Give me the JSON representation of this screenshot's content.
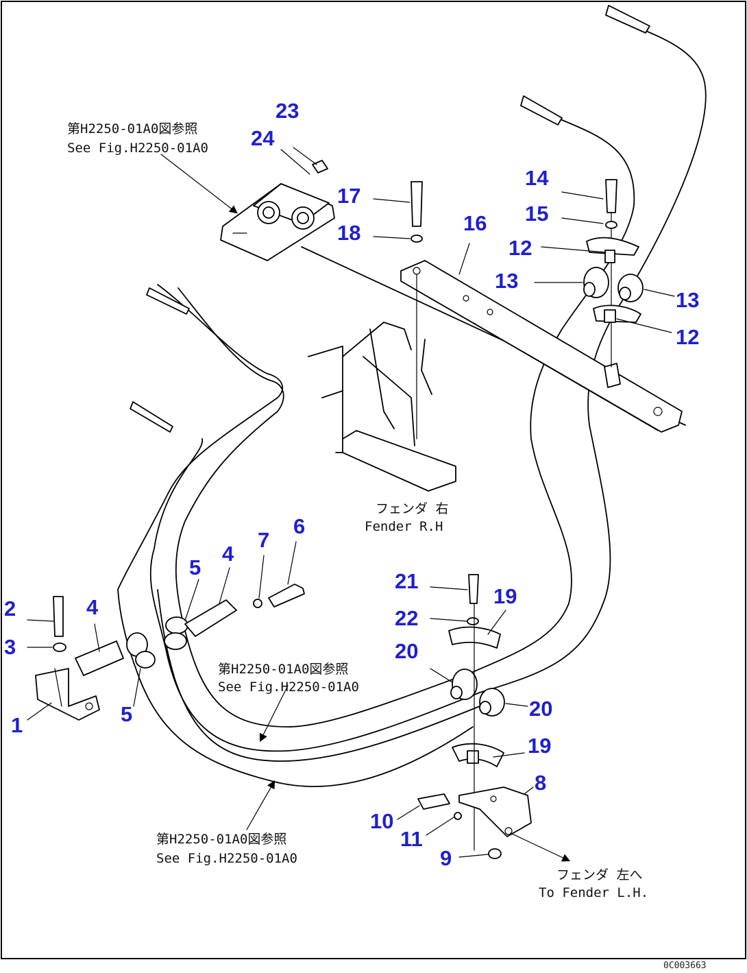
{
  "callouts": [
    "1",
    "2",
    "3",
    "4",
    "4",
    "5",
    "5",
    "6",
    "7",
    "8",
    "9",
    "10",
    "11",
    "12",
    "12",
    "13",
    "13",
    "14",
    "15",
    "16",
    "17",
    "18",
    "19",
    "19",
    "20",
    "20",
    "21",
    "22",
    "23",
    "24"
  ],
  "notes": {
    "top_left_jp": "第H2250-01A0図参照",
    "top_left_en": "See Fig.H2250-01A0",
    "fender_rh_jp": "フェンダ 右",
    "fender_rh_en": "Fender R.H",
    "middle_jp": "第H2250-01A0図参照",
    "middle_en": "See Fig.H2250-01A0",
    "bottom_jp": "第H2250-01A0図参照",
    "bottom_en": "See Fig.H2250-01A0",
    "to_fender_lh_jp": "フェンダ 左へ",
    "to_fender_lh_en": "To Fender L.H."
  },
  "drawing_code": "0C003663",
  "colors": {
    "callout": "#1f1fd0",
    "line": "#000000"
  }
}
